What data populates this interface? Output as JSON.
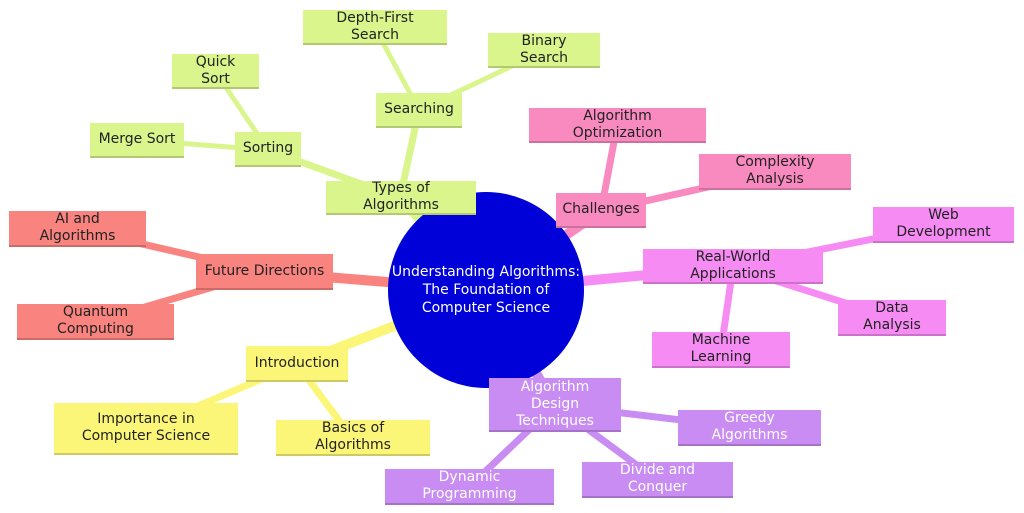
{
  "colors": {
    "root": "#0000d8",
    "types": "#d9f58c",
    "challenges": "#f98ac0",
    "realworld": "#f68bf3",
    "design": "#c88cf2",
    "introduction": "#fcf678",
    "future": "#f8837f"
  },
  "root": {
    "label": "Understanding Algorithms:\nThe Foundation of\nComputer Science"
  },
  "types_of_algorithms": {
    "label": "Types of Algorithms",
    "sorting": {
      "label": "Sorting",
      "quick_sort": "Quick Sort",
      "merge_sort": "Merge Sort"
    },
    "searching": {
      "label": "Searching",
      "depth_first": "Depth-First Search",
      "binary": "Binary Search"
    }
  },
  "challenges": {
    "label": "Challenges",
    "optimization": "Algorithm Optimization",
    "complexity": "Complexity Analysis"
  },
  "real_world": {
    "label": "Real-World Applications",
    "web_dev": "Web Development",
    "data_analysis": "Data Analysis",
    "machine_learning": "Machine Learning"
  },
  "design_techniques": {
    "label": "Algorithm Design Techniques",
    "greedy": "Greedy Algorithms",
    "divide": "Divide and Conquer",
    "dynamic": "Dynamic Programming"
  },
  "introduction": {
    "label": "Introduction",
    "importance": "Importance in Computer Science",
    "basics": "Basics of Algorithms"
  },
  "future_directions": {
    "label": "Future Directions",
    "ai": "AI and Algorithms",
    "quantum": "Quantum Computing"
  }
}
